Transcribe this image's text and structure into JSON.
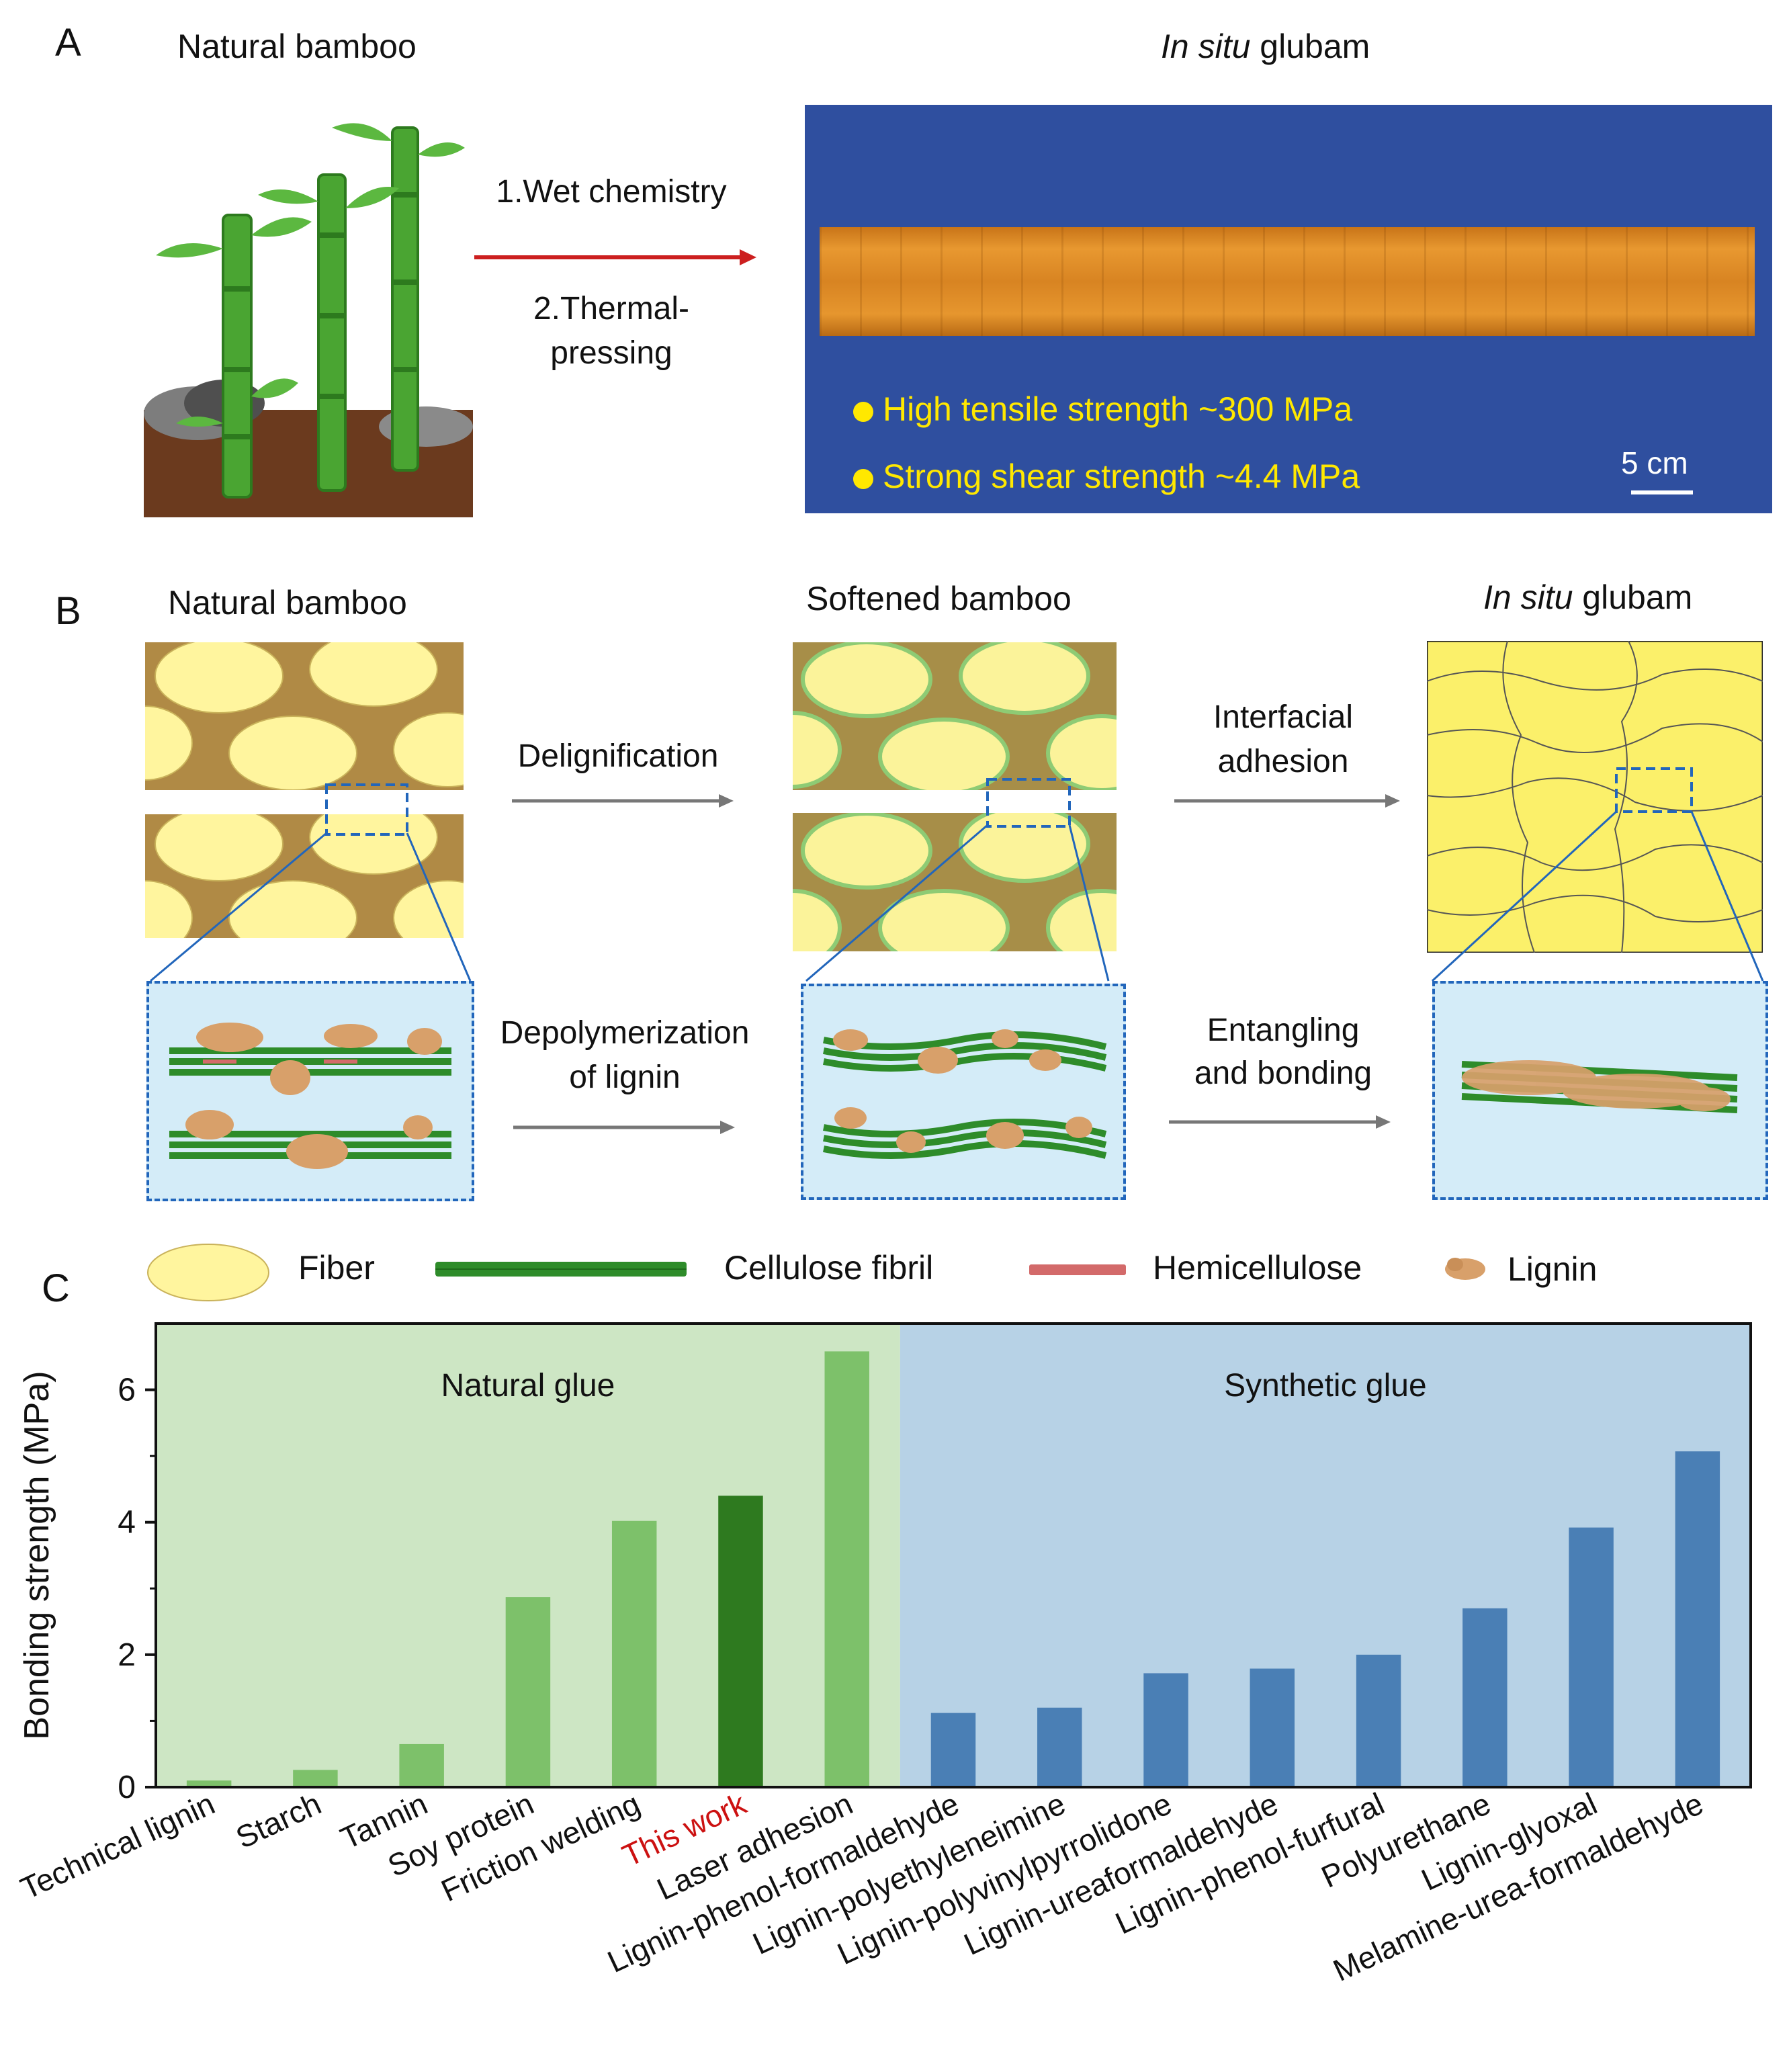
{
  "panel_a": {
    "letter": "A",
    "left_title": "Natural bamboo",
    "right_title_italic": "In situ",
    "right_title_rest": " glubam",
    "step1": "1.Wet chemistry",
    "step2_line1": "2.Thermal-",
    "step2_line2": "pressing",
    "property1": "High tensile strength ~300 MPa",
    "property2": "Strong shear strength ~4.4 MPa",
    "scale_bar": "5 cm"
  },
  "panel_b": {
    "letter": "B",
    "col1_title": "Natural bamboo",
    "col2_title": "Softened bamboo",
    "col3_title_italic": "In situ",
    "col3_title_rest": " glubam",
    "arrow1_label": "Delignification",
    "arrow2_label_line1": "Interfacial",
    "arrow2_label_line2": "adhesion",
    "arrow3_label_line1": "Depolymerization",
    "arrow3_label_line2": "of lignin",
    "arrow4_label_line1": "Entangling",
    "arrow4_label_line2": "and bonding"
  },
  "legend": {
    "fiber": "Fiber",
    "cellulose": "Cellulose fibril",
    "hemicellulose": "Hemicellulose",
    "lignin": "Lignin"
  },
  "panel_c": {
    "letter": "C"
  },
  "chart_data": {
    "type": "bar",
    "ylabel": "Bonding strength (MPa)",
    "ylim": [
      0,
      7
    ],
    "yticks": [
      0,
      2,
      4,
      6
    ],
    "grid": false,
    "regions": [
      {
        "label": "Natural glue",
        "color": "#cde6c4",
        "from": 0,
        "to": 7
      },
      {
        "label": "Synthetic glue",
        "color": "#b7d2e6",
        "from": 7,
        "to": 15
      }
    ],
    "categories": [
      "Technical lignin",
      "Starch",
      "Tannin",
      "Soy protein",
      "Friction welding",
      "This work",
      "Laser adhesion",
      "Lignin-phenol-formaldehyde",
      "Lignin-polyethyleneimine",
      "Lignin-polyvinylpyrrolidone",
      "Lignin-ureaformaldehyde",
      "Lignin-phenol-furfural",
      "Polyurethane",
      "Lignin-glyoxal",
      "Melamine-urea-formaldehyde"
    ],
    "values": [
      0.1,
      0.26,
      0.65,
      2.87,
      4.02,
      4.4,
      6.58,
      1.12,
      1.2,
      1.72,
      1.79,
      2.0,
      2.7,
      3.92,
      5.07
    ],
    "colors": [
      "#7dc16a",
      "#7dc16a",
      "#7dc16a",
      "#7dc16a",
      "#7dc16a",
      "#2e7a1f",
      "#7dc16a",
      "#4a7fb5",
      "#4a7fb5",
      "#4a7fb5",
      "#4a7fb5",
      "#4a7fb5",
      "#4a7fb5",
      "#4a7fb5",
      "#4a7fb5"
    ],
    "label_colors": [
      "#111111",
      "#111111",
      "#111111",
      "#111111",
      "#111111",
      "#cc1111",
      "#111111",
      "#111111",
      "#111111",
      "#111111",
      "#111111",
      "#111111",
      "#111111",
      "#111111",
      "#111111"
    ]
  }
}
